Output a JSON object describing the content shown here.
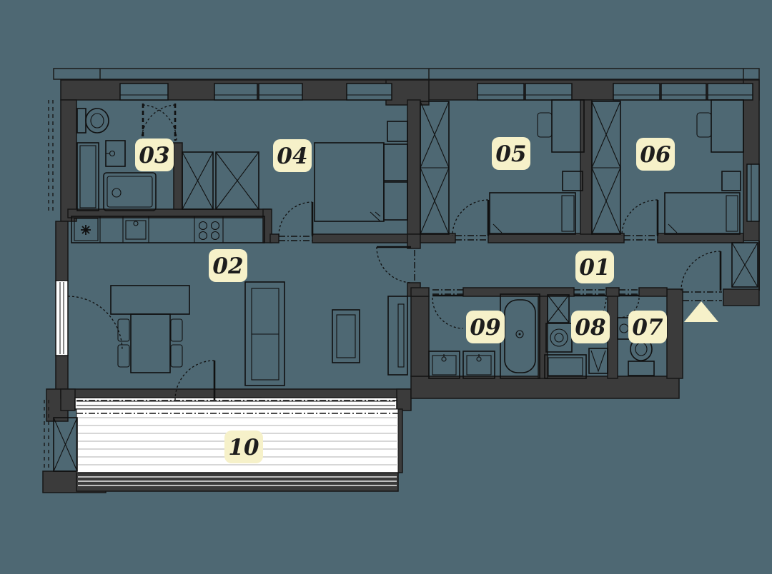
{
  "rooms": [
    {
      "number": "01"
    },
    {
      "number": "02"
    },
    {
      "number": "03"
    },
    {
      "number": "04"
    },
    {
      "number": "05"
    },
    {
      "number": "06"
    },
    {
      "number": "07"
    },
    {
      "number": "08"
    },
    {
      "number": "09"
    },
    {
      "number": "10"
    }
  ],
  "entrance": {
    "symbol": "triangle-up"
  },
  "colors": {
    "background": "#4e6873",
    "wall": "#3b3b3b",
    "line": "#101010",
    "label_bg": "#f6f1c9",
    "label_text": "#1d1d1d",
    "deck": "#ffffff",
    "deck_stripe": "#d7d7d7"
  }
}
